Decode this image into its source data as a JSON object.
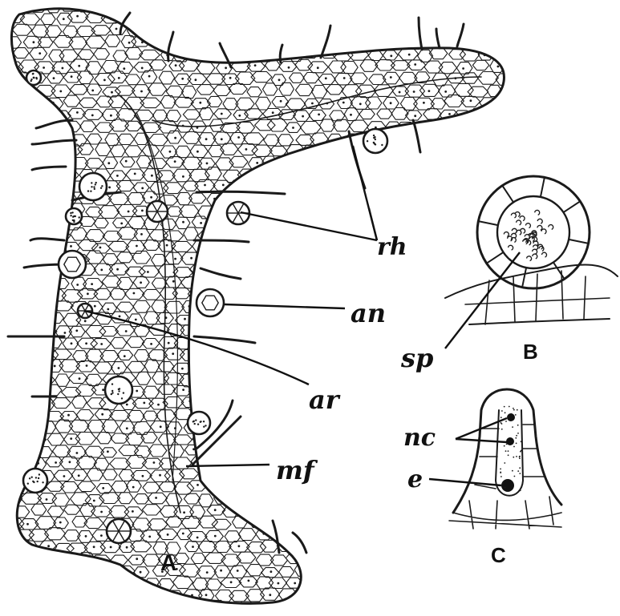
{
  "figure": {
    "panels": {
      "a": "A",
      "b": "B",
      "c": "C"
    },
    "labels": {
      "rh": "rh",
      "an": "an",
      "ar": "ar",
      "mf": "mf",
      "sp": "sp",
      "nc": "nc",
      "e": "e"
    },
    "ink_color": "#1a1a1a",
    "paper_color": "#ffffff"
  }
}
